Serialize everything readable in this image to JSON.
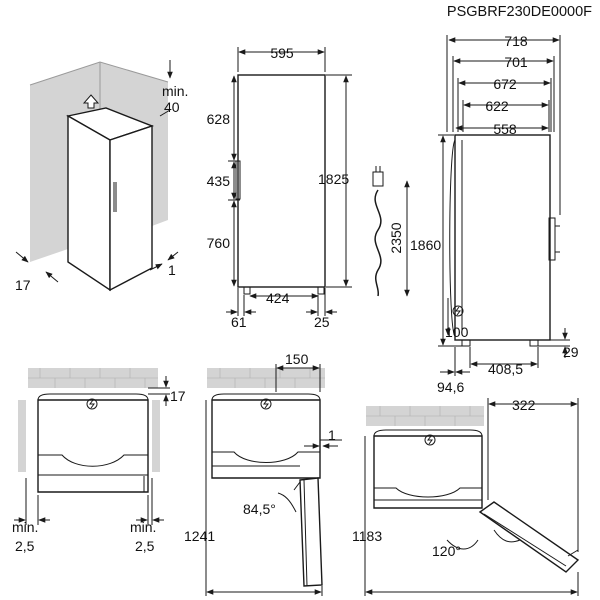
{
  "title": "PSGBRF230DE0000F",
  "dims": {
    "min": "min.",
    "gap_top": "40",
    "side_gap": "17",
    "side_gap_right": "1",
    "width_front": "595",
    "top_section": "628",
    "handle_section": "435",
    "bottom_section": "760",
    "height_total": "1825",
    "feet_span": "424",
    "foot_left": "61",
    "foot_right": "25",
    "cable": "2350",
    "depth_718": "718",
    "depth_701": "701",
    "depth_672": "672",
    "depth_622": "622",
    "depth_558": "558",
    "height_side": "1860",
    "base_100": "100",
    "base_29": "29",
    "feet_408": "408,5",
    "feet_94": "94,6",
    "top_gap_17": "17",
    "min_gap": "2,5",
    "hinge_150": "150",
    "offset_1": "1",
    "angle_84": "84,5°",
    "width_1241": "1241",
    "door_322": "322",
    "width_1183": "1183",
    "angle_120": "120°"
  },
  "icons": [
    "gas-warning-icon",
    "door-open-arrow-icon",
    "power-plug-icon"
  ]
}
